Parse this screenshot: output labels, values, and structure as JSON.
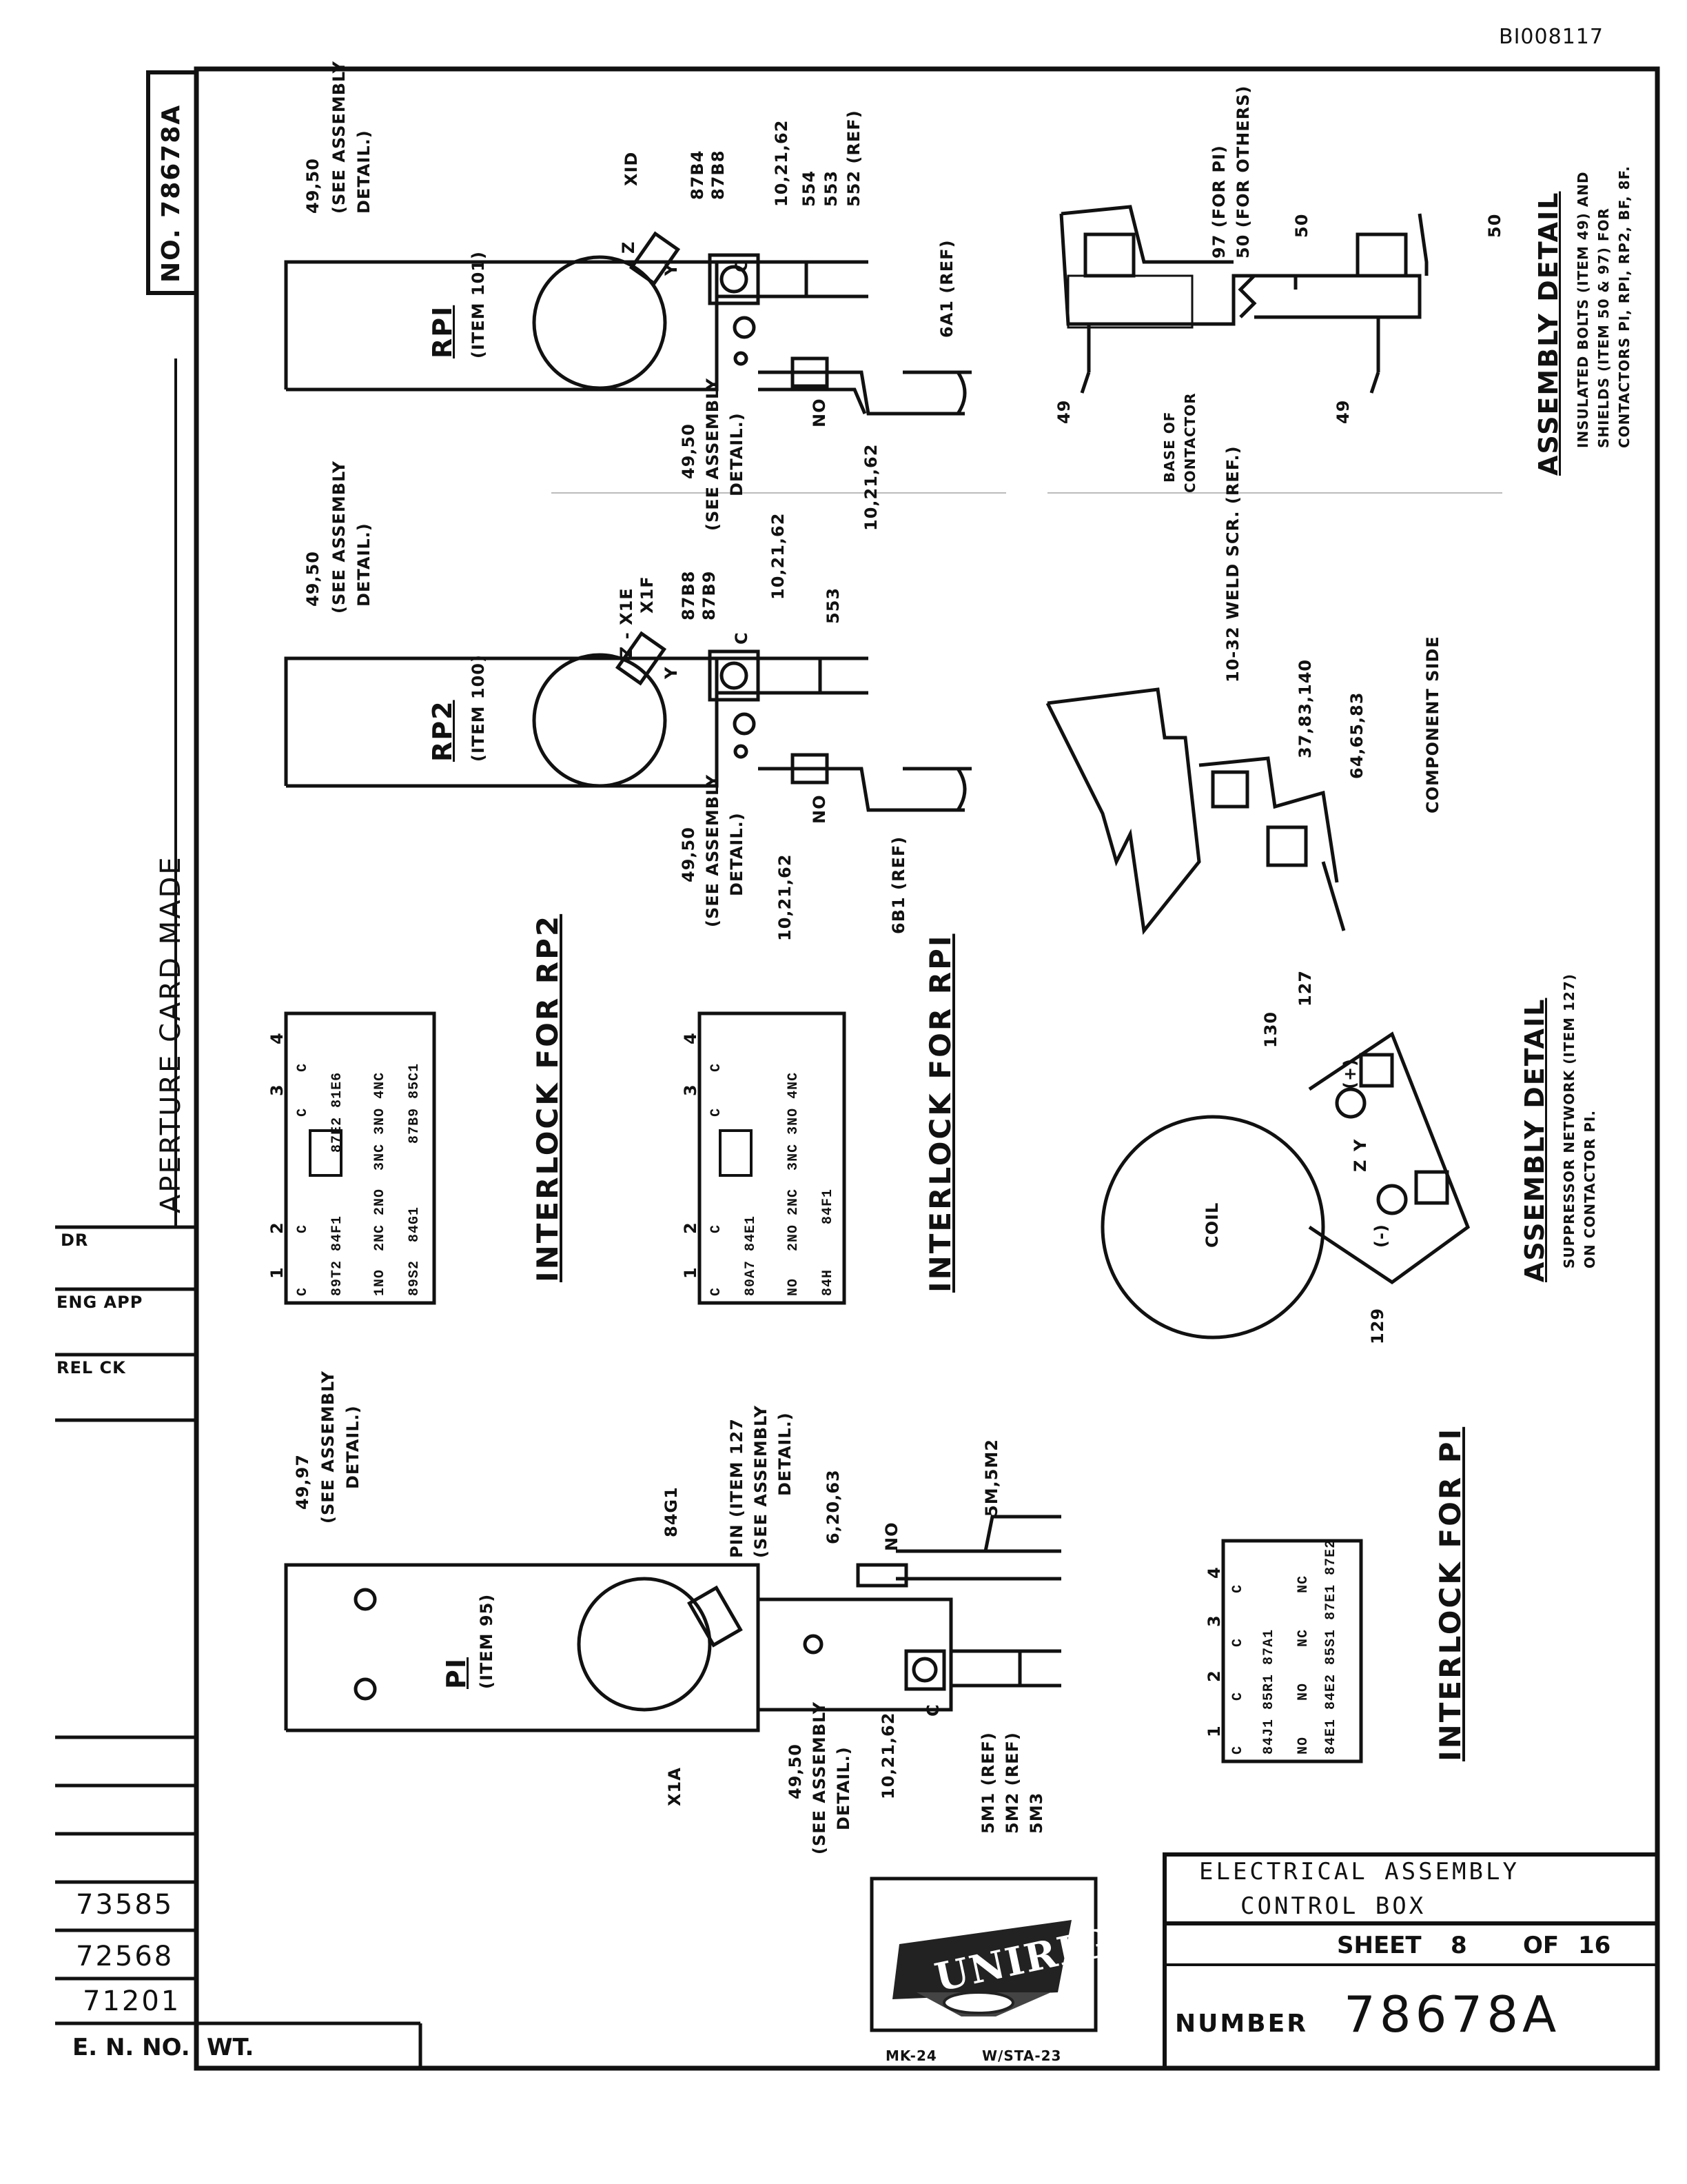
{
  "doc_id": "BI008117",
  "drawing_number_margin": "NO. 78678A",
  "aperture_note": "APERTURE CARD MADE",
  "signoff": {
    "dr": "DR",
    "eng_app": "ENG APP",
    "rel_ck": "REL CK"
  },
  "en_numbers": [
    "73585",
    "72568",
    "71201"
  ],
  "en_header": "E. N. NO.",
  "wt_header": "WT.",
  "title_block": {
    "title_line1": "ELECTRICAL   ASSEMBLY",
    "title_line2": "CONTROL   BOX",
    "sheet_label": "SHEET",
    "sheet": "8",
    "of_label": "OF",
    "of_total": "16",
    "number_label": "NUMBER",
    "number": "78678A"
  },
  "logo_text": "UNIRIG",
  "footer_left": "MK-24",
  "footer_right": "W/STA-23",
  "components": {
    "rp1": {
      "name": "RPI",
      "item": "(ITEM 101)"
    },
    "rp2": {
      "name": "RP2",
      "item": "(ITEM 100)"
    },
    "p1": {
      "name": "PI",
      "item": "(ITEM 95)"
    }
  },
  "callouts_rp1": {
    "bolts": "49,50",
    "see": "(SEE ASSEMBLY",
    "detail": "DETAIL.)",
    "x10": "XID",
    "z": "Z",
    "y": "Y",
    "c": "C",
    "w1": "87B4",
    "w2": "87B8",
    "screw": "10,21,62",
    "r1": "554",
    "r2": "553",
    "r3": "552 (REF)",
    "ref": "6A1 (REF)",
    "no": "NO",
    "screw2": "10,21,62",
    "bolts2": "49,50",
    "see2": "(SEE ASSEMBLY",
    "detail2": "DETAIL.)"
  },
  "callouts_rp2": {
    "bolts": "49,50",
    "see": "(SEE ASSEMBLY",
    "detail": "DETAIL.)",
    "x1": "Z - X1E",
    "x2": "X1F",
    "y": "Y",
    "c": "C",
    "w1": "87B8",
    "w2": "87B9",
    "screw": "10,21,62",
    "r1": "553",
    "ref": "6B1 (REF)",
    "no": "NO",
    "screw2": "10,21,62",
    "bolts2": "49,50",
    "see2": "(SEE ASSEMBLY",
    "detail2": "DETAIL.)"
  },
  "callouts_p1": {
    "bolts": "49,97",
    "see": "(SEE ASSEMBLY",
    "detail": "DETAIL.)",
    "w1": "84G1",
    "pin": "PIN (ITEM 127",
    "see2": "(SEE ASSEMBLY",
    "detail2": "DETAIL.)",
    "screw": "6,20,63",
    "no": "NO",
    "ref": "5M,5M2",
    "x1a": "X1A",
    "bolts2": "49,50",
    "see3": "(SEE ASSEMBLY",
    "detail3": "DETAIL.)",
    "screw2": "10,21,62",
    "c": "C",
    "r1": "5M1 (REF)",
    "r2": "5M2 (REF)",
    "r3": "5M3"
  },
  "interlock_rp2": {
    "title": "INTERLOCK FOR RP2",
    "cols": [
      "1",
      "2",
      "3",
      "4"
    ],
    "top": [
      "C",
      "C",
      "C",
      "C"
    ],
    "top_wires": [
      "89T2",
      "84F1",
      "87E2",
      "81E6"
    ],
    "bot": [
      "1NO",
      "2NC 2NO",
      "3NC 3NO",
      "4NC"
    ],
    "bot_wires": [
      "89S2",
      "84G1",
      "87B9",
      "85C1"
    ]
  },
  "interlock_rp1": {
    "title": "INTERLOCK FOR RPI",
    "cols": [
      "1",
      "2",
      "3",
      "4"
    ],
    "top": [
      "C",
      "C",
      "C",
      "C"
    ],
    "top_wires": [
      "80A7",
      "84E1",
      "",
      ""
    ],
    "bot": [
      "NO",
      "2NO 2NC",
      "3NC 3NO",
      "4NC"
    ],
    "bot_wires": [
      "84H",
      "84F1",
      "",
      ""
    ]
  },
  "interlock_p1": {
    "title": "INTERLOCK FOR PI",
    "cols": [
      "1",
      "2",
      "3",
      "4"
    ],
    "top": [
      "C",
      "C",
      "C",
      "C"
    ],
    "top_wires": [
      "84J1",
      "85R1",
      "87A1",
      ""
    ],
    "bot": [
      "NO",
      "NO",
      "NC",
      "NC"
    ],
    "bot_wires": [
      "84E1 84E2",
      "85S1",
      "87E1",
      "87E2"
    ]
  },
  "assembly_detail_1": {
    "title": "ASSEMBLY DETAIL",
    "note1": "INSULATED BOLTS (ITEM 49) AND",
    "note2": "SHIELDS (ITEM 50 & 97) FOR",
    "note3": "CONTACTORS PI, RPI, RP2, BF, 8F.",
    "c1": "97 (FOR PI)",
    "c2": "50 (FOR OTHERS)",
    "c3": "50",
    "c4": "50",
    "c5": "49",
    "c6": "49",
    "base1": "BASE OF",
    "base2": "CONTACTOR"
  },
  "assembly_detail_2": {
    "weld": "10-32 WELD SCR. (REF.)",
    "c1": "37,83,140",
    "c2": "64,65,83",
    "side": "COMPONENT SIDE",
    "c3": "127"
  },
  "assembly_detail_3": {
    "title": "ASSEMBLY DETAIL",
    "note1": "SUPPRESSOR NETWORK (ITEM 127)",
    "note2": "ON CONTACTOR PI.",
    "coil": "COIL",
    "c1": "130",
    "c2": "129",
    "plus": "(+)",
    "minus": "(-)",
    "z": "Z",
    "y": "Y"
  }
}
